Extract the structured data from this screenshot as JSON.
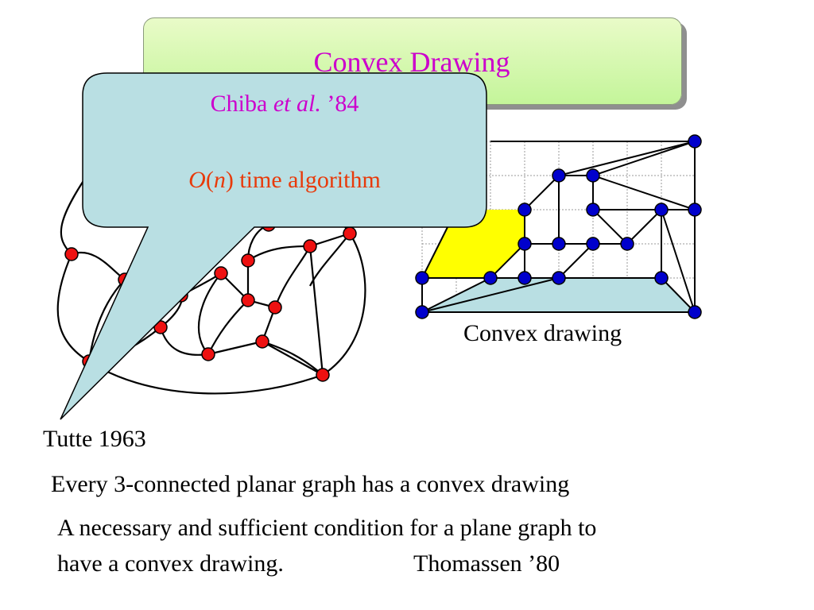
{
  "slide": {
    "title": "Convex Drawing",
    "callout": {
      "author": "Chiba",
      "etal": "et al.",
      "year": "’84",
      "complexity_o": "O",
      "complexity_paren_open": "(",
      "complexity_n": "n",
      "complexity_paren_close": ")",
      "algorithm": " time algorithm"
    },
    "figure_caption": "Convex drawing",
    "tutte": "Tutte 1963",
    "line1": "Every 3-connected planar graph has a convex drawing",
    "line2": "A necessary and sufficient condition for a plane graph to",
    "line3_a": "have a convex drawing.",
    "line3_b": "Thomassen  ’80"
  },
  "colors": {
    "title": "#cc00cc",
    "callout_fill": "#b9dfe3",
    "callout_author": "#cc00cc",
    "callout_algo": "#e83a0a",
    "red_vertex": "#ee1111",
    "blue_vertex": "#0000cc",
    "yellow_face": "#ffff00",
    "cyan_face": "#b9dfe3"
  }
}
